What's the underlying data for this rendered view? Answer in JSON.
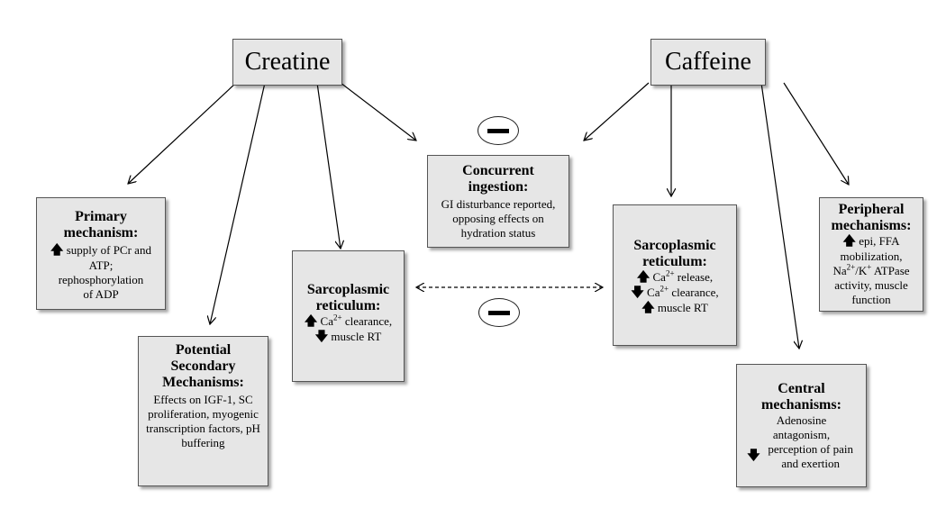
{
  "creatine": {
    "label": "Creatine"
  },
  "caffeine": {
    "label": "Caffeine"
  },
  "concurrent": {
    "heading": "Concurrent ingestion:",
    "body": "GI disturbance reported, opposing effects on hydration status"
  },
  "primary": {
    "heading": "Primary mechanism:",
    "line1": "supply of PCr and ATP;",
    "line2": "rephosphorylation of ADP"
  },
  "secondary": {
    "heading": "Potential Secondary Mechanisms:",
    "body": "Effects on IGF-1, SC proliferation, myogenic transcription factors, pH buffering"
  },
  "sr_creatine": {
    "heading": "Sarcoplasmic reticulum:",
    "line1_prefix": "Ca",
    "line1_sup": "2+",
    "line1_suffix": " clearance,",
    "line2": "muscle RT"
  },
  "sr_caffeine": {
    "heading": "Sarcoplasmic reticulum:",
    "line1_prefix": "Ca",
    "line1_sup": "2+",
    "line1_suffix": " release,",
    "line2_prefix": "Ca",
    "line2_sup": "2+",
    "line2_suffix": " clearance,",
    "line3": "muscle RT"
  },
  "peripheral": {
    "heading": "Peripheral mechanisms:",
    "line1": "epi, FFA mobilization,",
    "line2_a": "Na",
    "line2_sup1": "2+",
    "line2_b": "/K",
    "line2_sup2": "+",
    "line2_c": " ATPase",
    "line3": "activity, muscle function"
  },
  "central": {
    "heading": "Central mechanisms:",
    "line1": "Adenosine antagonism,",
    "line2": "perception of pain and exertion"
  },
  "icons": {
    "up": "arrow-up-icon",
    "down": "arrow-down-icon",
    "minus": "minus-circle-icon"
  }
}
